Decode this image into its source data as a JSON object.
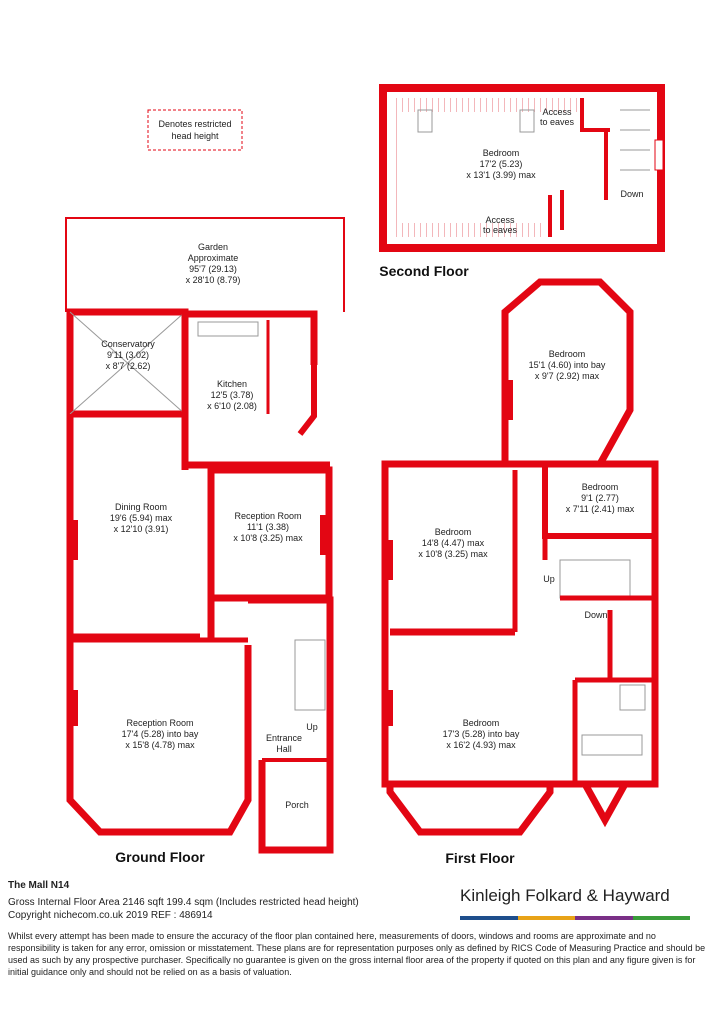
{
  "legend": {
    "text_line1": "Denotes restricted",
    "text_line2": "head height"
  },
  "floors": {
    "second": "Second Floor",
    "ground": "Ground Floor",
    "first": "First Floor"
  },
  "rooms": {
    "garden": {
      "l1": "Garden",
      "l2": "Approximate",
      "l3": "95'7 (29.13)",
      "l4": "x 28'10 (8.79)"
    },
    "conservatory": {
      "l1": "Conservatory",
      "l2": "9'11 (3.02)",
      "l3": "x 8'7 (2.62)"
    },
    "kitchen": {
      "l1": "Kitchen",
      "l2": "12'5 (3.78)",
      "l3": "x 6'10 (2.08)"
    },
    "dining": {
      "l1": "Dining Room",
      "l2": "19'6 (5.94) max",
      "l3": "x 12'10 (3.91)"
    },
    "reception_small": {
      "l1": "Reception Room",
      "l2": "11'1 (3.38)",
      "l3": "x 10'8 (3.25) max"
    },
    "reception_large": {
      "l1": "Reception Room",
      "l2": "17'4 (5.28) into bay",
      "l3": "x 15'8 (4.78) max"
    },
    "entrance": {
      "l1": "Entrance",
      "l2": "Hall"
    },
    "porch": {
      "l1": "Porch"
    },
    "up_ground": "Up",
    "sf_bedroom": {
      "l1": "Bedroom",
      "l2": "17'2 (5.23)",
      "l3": "x 13'1 (3.99) max"
    },
    "eaves_top": {
      "l1": "Access",
      "l2": "to eaves"
    },
    "eaves_bottom": {
      "l1": "Access",
      "l2": "to eaves"
    },
    "down_second": "Down",
    "ff_bed_top": {
      "l1": "Bedroom",
      "l2": "15'1 (4.60) into bay",
      "l3": "x 9'7 (2.92) max"
    },
    "ff_bed_small": {
      "l1": "Bedroom",
      "l2": "9'1 (2.77)",
      "l3": "x 7'11 (2.41) max"
    },
    "ff_bed_left": {
      "l1": "Bedroom",
      "l2": "14'8 (4.47) max",
      "l3": "x 10'8 (3.25) max"
    },
    "ff_bed_bottom": {
      "l1": "Bedroom",
      "l2": "17'3 (5.28) into bay",
      "l3": "x 16'2 (4.93) max"
    },
    "up_first": "Up",
    "down_first": "Down"
  },
  "info": {
    "name": "The Mall N14",
    "area": "Gross Internal Floor Area 2146 sqft 199.4 sqm (Includes restricted head height)",
    "copyright": "Copyright nichecom.co.uk 2019 REF : 486914",
    "disclaimer": "Whilst every attempt has been made to ensure the accuracy of the floor plan contained here, measurements of doors, windows and rooms are approximate and no responsibility is taken for any error, omission or misstatement.  These plans are for representation purposes only as defined by RICS Code of Measuring Practice and should be used as such by any prospective purchaser.  Specifically no guarantee is given on the gross internal floor area of the property if quoted on this plan and any figure given is for initial guidance only and should not be relied on as a basis of valuation."
  },
  "brand": {
    "name": "Kinleigh Folkard & Hayward",
    "bar_colors": [
      "#1e4e8c",
      "#e8a317",
      "#7a2f86",
      "#3a9d3a"
    ]
  },
  "colors": {
    "wall": "#e30613",
    "hatch": "#f3b7bb"
  }
}
